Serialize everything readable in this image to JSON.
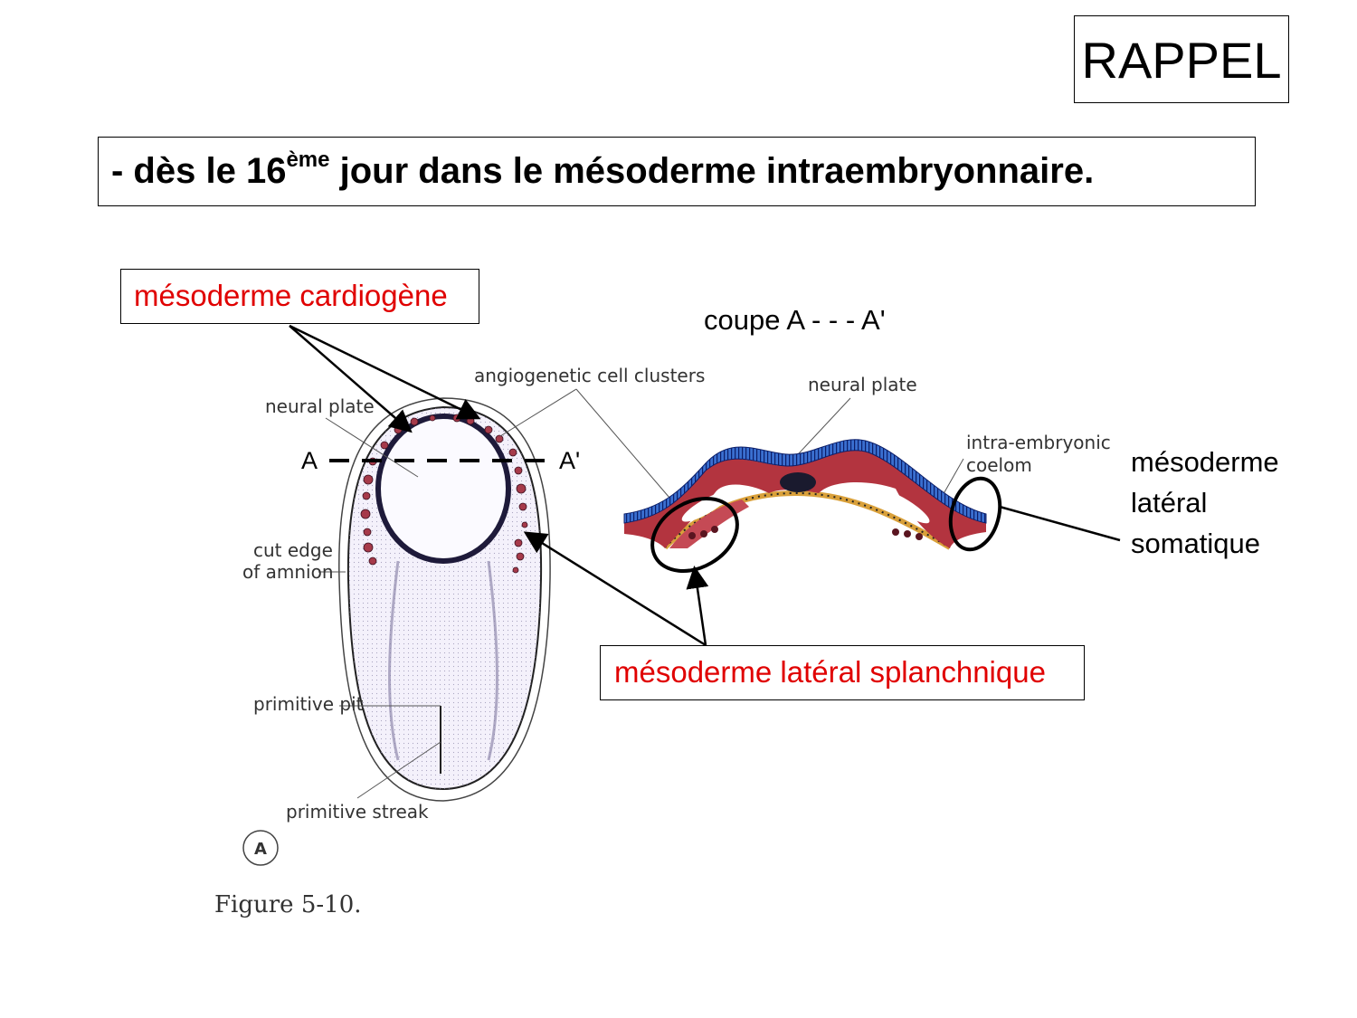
{
  "rappel": "RAPPEL",
  "headline": {
    "prefix": "-  dès le 16",
    "sup": "ème",
    "suffix": " jour dans le mésoderme intraembryonnaire."
  },
  "callouts": {
    "cardiogene": "mésoderme cardiogène",
    "splanchnique": "mésoderme latéral splanchnique",
    "somatique": [
      "mésoderme",
      "latéral",
      "somatique"
    ],
    "coupe": "coupe A - - - A'"
  },
  "figure": {
    "labels": {
      "neural_plate": "neural plate",
      "angiogenetic": "angiogenetic cell clusters",
      "cut_edge_1": "cut edge",
      "cut_edge_2": "of amnion",
      "primitive_pit": "primitive pit",
      "primitive_streak": "primitive streak",
      "panel": "A",
      "section_a": "A",
      "section_a_prime": "A'",
      "section_neural_plate": "neural plate",
      "coelom_1": "intra-embryonic",
      "coelom_2": "coelom"
    },
    "caption": "Figure 5-10.",
    "colors": {
      "ectoderm": "#3a6fd0",
      "mesoderm": "#b3343f",
      "endoderm": "#d9a03a",
      "callout_text": "#e00000"
    }
  }
}
